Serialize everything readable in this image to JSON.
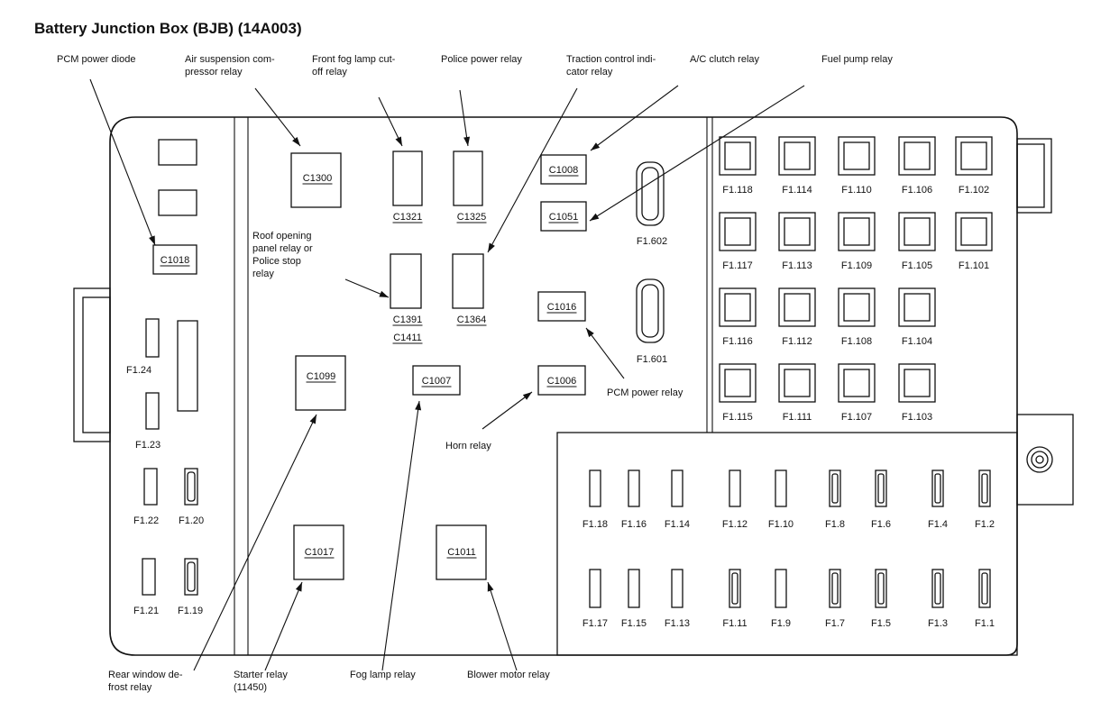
{
  "title": "Battery Junction Box (BJB) (14A003)",
  "callouts": {
    "pcm_diode": [
      "PCM power diode"
    ],
    "air_susp": [
      "Air suspension com-",
      "pressor relay"
    ],
    "front_fog": [
      "Front fog lamp cut-",
      "off relay"
    ],
    "police_power": [
      "Police power relay"
    ],
    "traction": [
      "Traction control indi-",
      "cator relay"
    ],
    "ac_clutch": [
      "A/C clutch relay"
    ],
    "fuel_pump": [
      "Fuel pump relay"
    ],
    "roof_opening": [
      "Roof opening",
      "panel relay or",
      "Police stop",
      "relay"
    ],
    "pcm_relay": [
      "PCM power relay"
    ],
    "horn": [
      "Horn relay"
    ],
    "rear_window": [
      "Rear window de-",
      "frost relay"
    ],
    "starter": [
      "Starter relay",
      "(11450)"
    ],
    "fog_lamp": [
      "Fog lamp relay"
    ],
    "blower": [
      "Blower motor relay"
    ]
  },
  "connectors": {
    "c1300": "C1300",
    "c1321": "C1321",
    "c1325": "C1325",
    "c1008": "C1008",
    "c1051": "C1051",
    "c1016": "C1016",
    "c1006": "C1006",
    "c1018": "C1018",
    "c1391": "C1391",
    "c1411": "C1411",
    "c1364": "C1364",
    "c1099": "C1099",
    "c1007": "C1007",
    "c1017": "C1017",
    "c1011": "C1011"
  },
  "maxi_fuses": [
    "F1.118",
    "F1.114",
    "F1.110",
    "F1.106",
    "F1.102",
    "F1.117",
    "F1.113",
    "F1.109",
    "F1.105",
    "F1.101",
    "F1.116",
    "F1.112",
    "F1.108",
    "F1.104",
    "F1.115",
    "F1.111",
    "F1.107",
    "F1.103"
  ],
  "large_fuses": [
    "F1.602",
    "F1.601"
  ],
  "left_fuses": [
    "F1.24",
    "F1.23",
    "F1.22",
    "F1.20",
    "F1.21",
    "F1.19"
  ],
  "mini_fuses_top": [
    "F1.18",
    "F1.16",
    "F1.14",
    "F1.12",
    "F1.10",
    "F1.8",
    "F1.6",
    "F1.4",
    "F1.2"
  ],
  "mini_fuses_bottom": [
    "F1.17",
    "F1.15",
    "F1.13",
    "F1.11",
    "F1.9",
    "F1.7",
    "F1.5",
    "F1.3",
    "F1.1"
  ]
}
